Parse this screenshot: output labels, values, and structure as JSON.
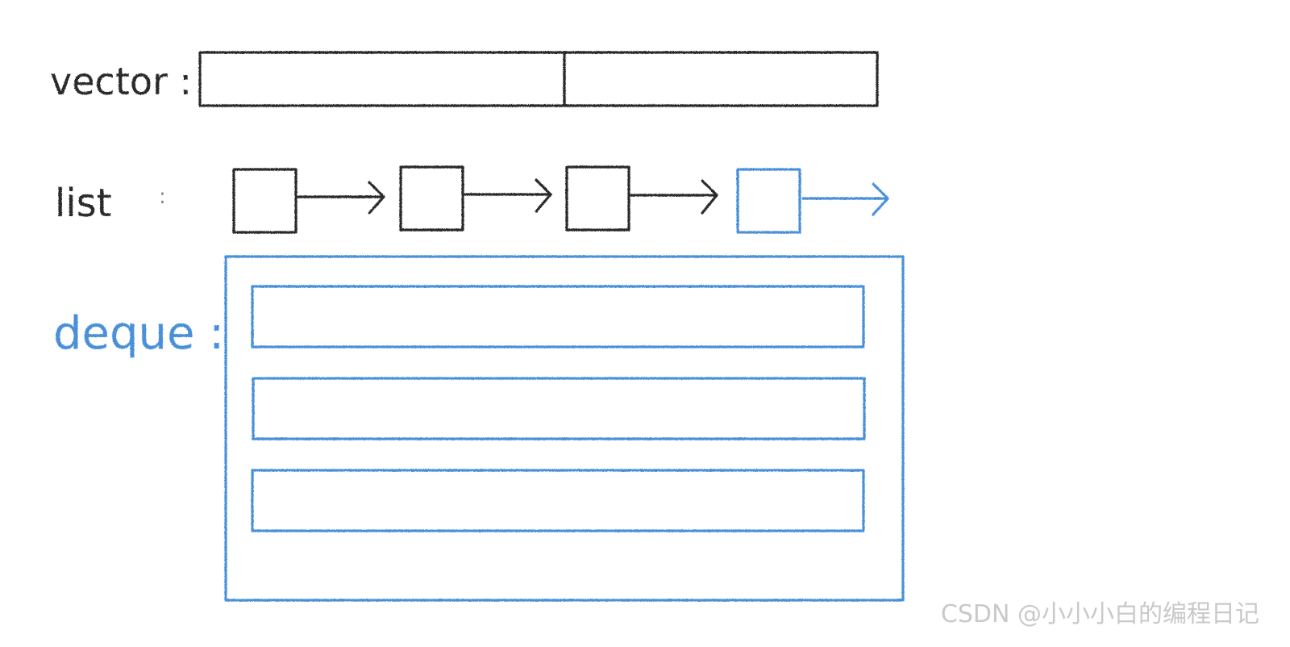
{
  "labels": {
    "vector": "vector :",
    "list": "list",
    "list_colon": ":",
    "deque": "deque :"
  },
  "watermark": "CSDN @小小小白的编程日记",
  "colors": {
    "ink": "#2b2b2b",
    "blue": "#4a90d9",
    "watermark": "#c9c9c9"
  }
}
